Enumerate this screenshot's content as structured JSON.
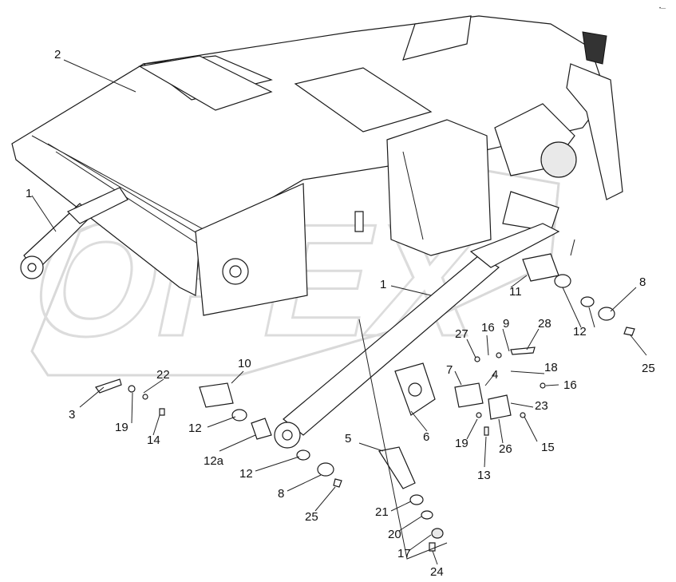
{
  "corner_mark": "•—",
  "watermark": "OPEX",
  "callouts": {
    "c1a": "1",
    "c2": "2",
    "c1b": "1",
    "c8a": "8",
    "c11": "11",
    "c12a": "12",
    "c25a": "25",
    "c28": "28",
    "c9": "9",
    "c16a": "16",
    "c27": "27",
    "c18": "18",
    "c4": "4",
    "c16b": "16",
    "c7": "7",
    "c23": "23",
    "c15": "15",
    "c26": "26",
    "c19a": "19",
    "c13": "13",
    "c6": "6",
    "c5": "5",
    "c10": "10",
    "c22": "22",
    "c3": "3",
    "c19b": "19",
    "c14": "14",
    "c12b": "12",
    "c12c": "12a",
    "c12d": "12",
    "c8b": "8",
    "c25b": "25",
    "c21": "21",
    "c20": "20",
    "c17": "17",
    "c24": "24"
  },
  "colors": {
    "line": "#1a1a1a",
    "watermark": "#d9d9d9",
    "background": "#ffffff"
  }
}
